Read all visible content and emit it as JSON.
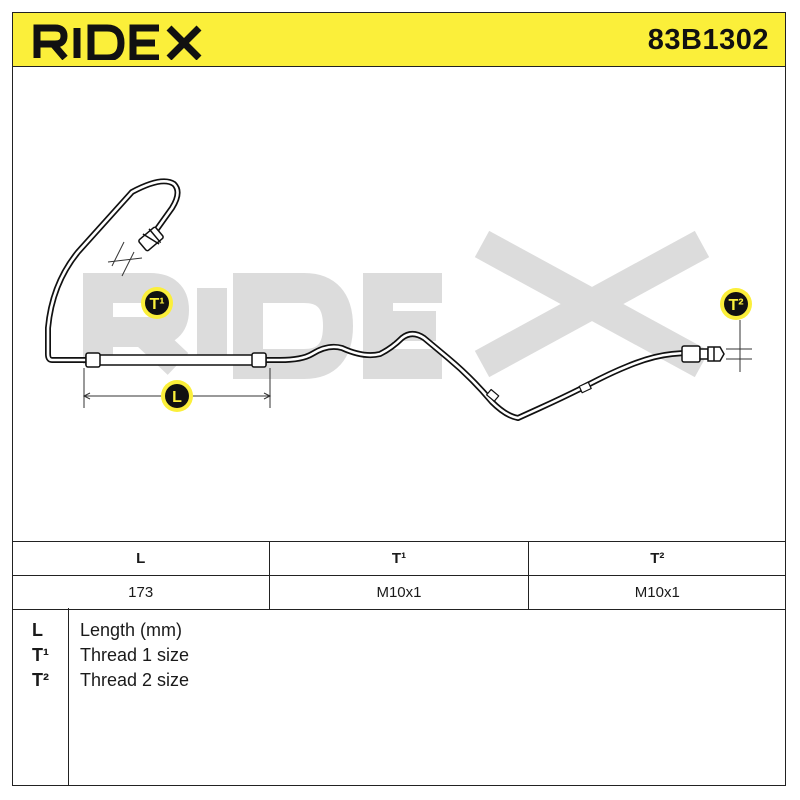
{
  "header": {
    "brand": "RIDEX",
    "part_number": "83B1302",
    "colors": {
      "accent": "#fbef3a",
      "ink": "#1a1a1a"
    }
  },
  "drawing": {
    "watermark": "RIDEX",
    "labels": {
      "t1": "T¹",
      "t2": "T²",
      "l": "L"
    }
  },
  "spec_table": {
    "headers": [
      "L",
      "T¹",
      "T²"
    ],
    "values": [
      "173",
      "M10x1",
      "M10x1"
    ]
  },
  "legend": [
    {
      "symbol": "L",
      "description": "Length (mm)"
    },
    {
      "symbol": "T¹",
      "description": "Thread 1 size"
    },
    {
      "symbol": "T²",
      "description": "Thread 2 size"
    }
  ]
}
